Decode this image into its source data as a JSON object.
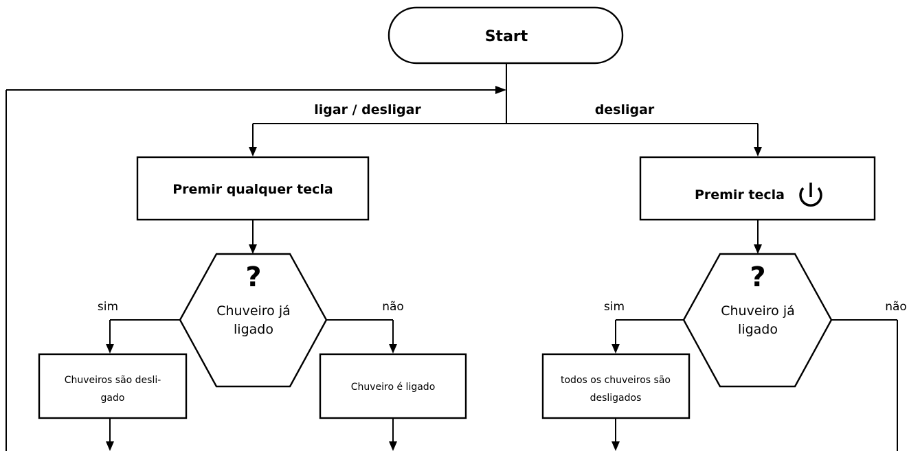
{
  "start": {
    "label": "Start"
  },
  "branches": {
    "left_label": "ligar / desligar",
    "right_label": "desligar"
  },
  "left": {
    "action": "Premir qualquer tecla",
    "decision_mark": "?",
    "decision_line1": "Chuveiro já",
    "decision_line2": "ligado",
    "yes_label": "sim",
    "no_label": "não",
    "yes_result_line1": "Chuveiros são desli-",
    "yes_result_line2": "gado",
    "no_result": "Chuveiro é ligado"
  },
  "right": {
    "action": "Premir tecla",
    "action_icon": "power-icon",
    "decision_mark": "?",
    "decision_line1": "Chuveiro já",
    "decision_line2": "ligado",
    "yes_label": "sim",
    "no_label": "não",
    "yes_result_line1": "todos os chuveiros são",
    "yes_result_line2": "desligados"
  }
}
